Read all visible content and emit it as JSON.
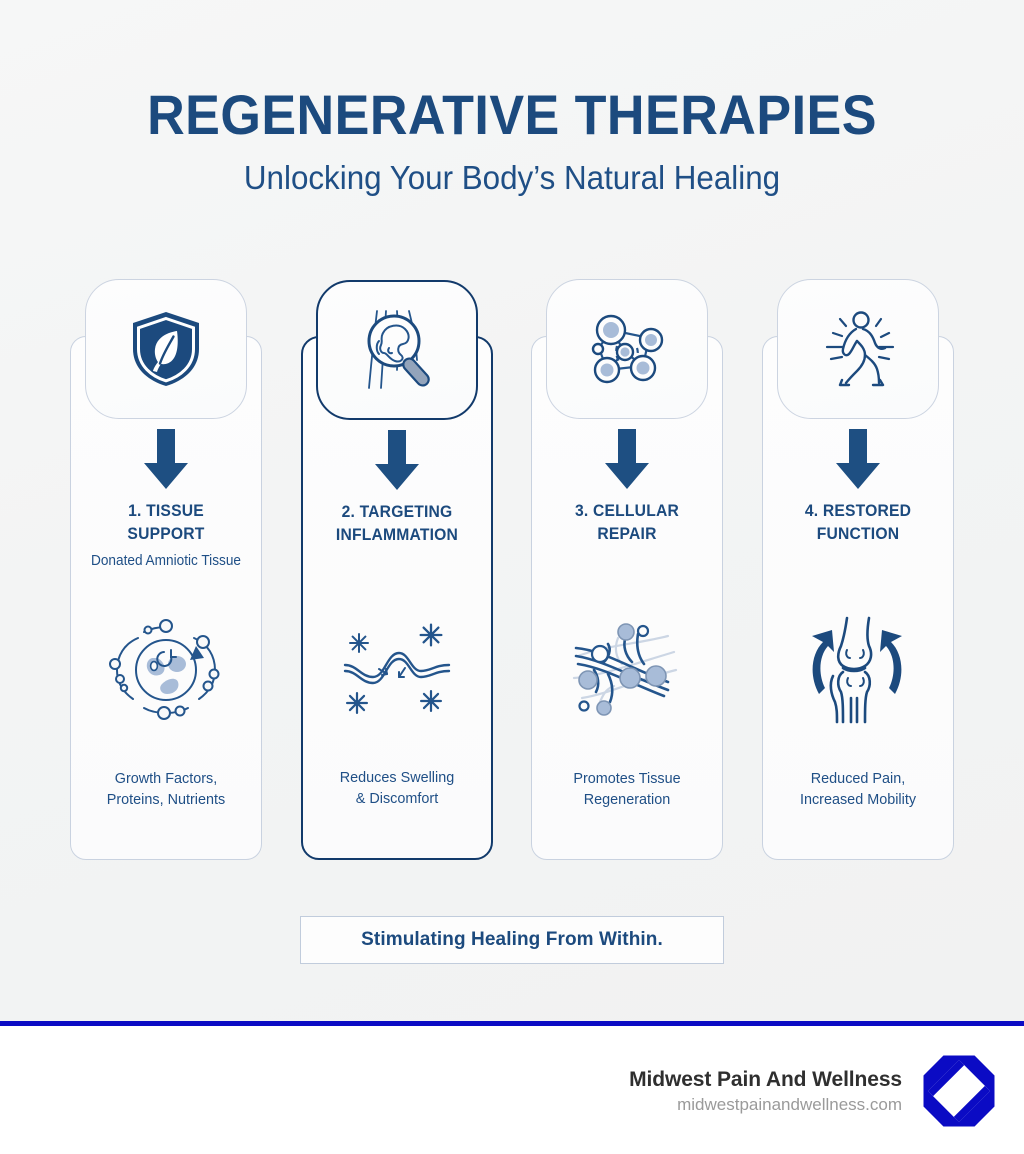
{
  "header": {
    "title": "REGENERATIVE THERAPIES",
    "subtitle": "Unlocking Your Body’s Natural Healing"
  },
  "colors": {
    "primary_navy": "#1c4a7e",
    "dark_navy": "#123a6b",
    "card_border": "#c9d2e0",
    "accent_blue": "#0b0bc4",
    "background": "#f4f5f5",
    "cell_fill": "#a8bcd8"
  },
  "steps": [
    {
      "id": "tissue-support",
      "icon_name": "shield-leaf-icon",
      "title": "1. TISSUE\nSUPPORT",
      "subtitle": "Donated Amniotic Tissue",
      "illustration_name": "cell-orbit-icon",
      "caption": "Growth Factors,\nProteins, Nutrients",
      "highlighted": false
    },
    {
      "id": "targeting-inflammation",
      "icon_name": "magnifier-inflammation-icon",
      "title": "2. TARGETING\nINFLAMMATION",
      "subtitle": "",
      "illustration_name": "wave-sparkle-icon",
      "caption": "Reduces Swelling\n& Discomfort",
      "highlighted": true
    },
    {
      "id": "cellular-repair",
      "icon_name": "cell-network-icon",
      "title": "3. CELLULAR\nREPAIR",
      "subtitle": "",
      "illustration_name": "tissue-fiber-icon",
      "caption": "Promotes Tissue\nRegeneration",
      "highlighted": false
    },
    {
      "id": "restored-function",
      "icon_name": "running-person-icon",
      "title": "4. RESTORED\nFUNCTION",
      "subtitle": "",
      "illustration_name": "knee-joint-icon",
      "caption": "Reduced Pain,\nIncreased Mobility",
      "highlighted": false
    }
  ],
  "tagline": "Stimulating Healing From Within.",
  "footer": {
    "brand": "Midwest Pain And Wellness",
    "url": "midwestpainandwellness.com",
    "logo_name": "octagon-diamond-logo"
  }
}
